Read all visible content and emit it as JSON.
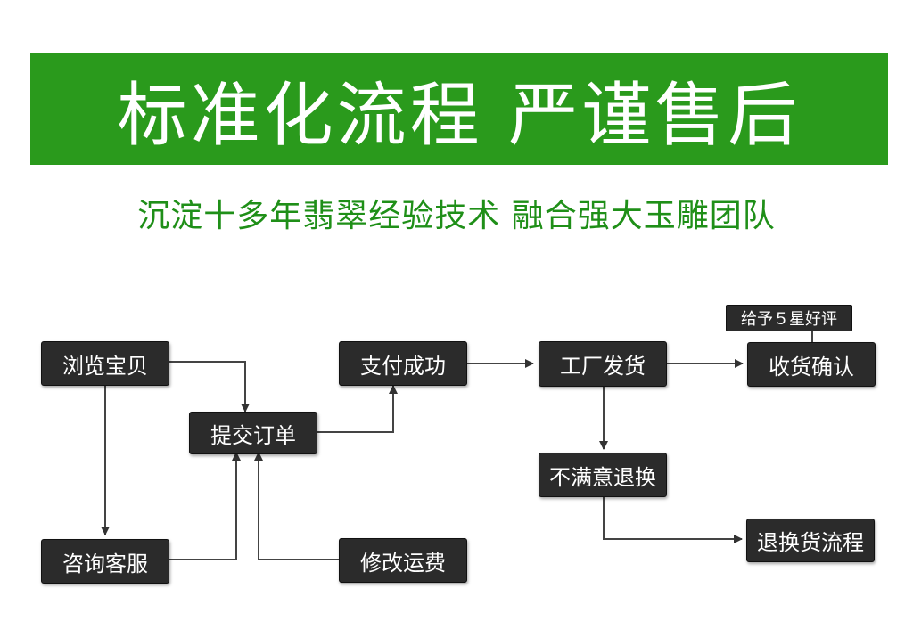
{
  "banner": {
    "title": "标准化流程  严谨售后",
    "bg_color": "#2a9a1c"
  },
  "subtitle": {
    "text": "沉淀十多年翡翠经验技术  融合强大玉雕团队",
    "color": "#1f8f18"
  },
  "nodes": {
    "browse": "浏览宝贝",
    "submit_order": "提交订单",
    "pay_success": "支付成功",
    "factory_ship": "工厂发货",
    "confirm_receipt": "收货确认",
    "five_star_note": "给予５星好评",
    "unsatisfied_return": "不满意退换",
    "return_process": "退换货流程",
    "consult_service": "咨询客服",
    "modify_shipping": "修改运费"
  }
}
